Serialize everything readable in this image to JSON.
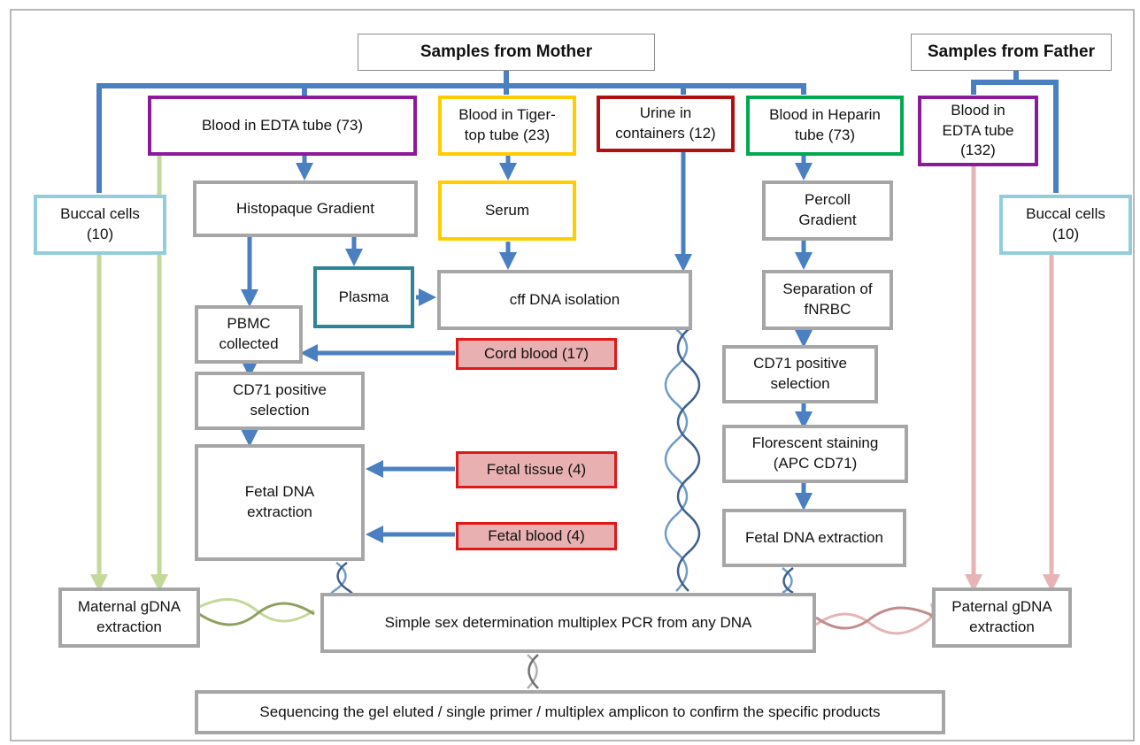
{
  "boxes": {
    "mother": "Samples from Mother",
    "father": "Samples from Father",
    "edta_mother": "Blood in EDTA tube (73)",
    "tigertop": "Blood in Tiger-\ntop tube (23)",
    "urine": "Urine in\ncontainers (12)",
    "heparin": "Blood in Heparin\ntube (73)",
    "edta_father": "Blood in\nEDTA tube\n(132)",
    "buccal_mother": "Buccal cells\n(10)",
    "buccal_father": "Buccal cells\n(10)",
    "histopaque": "Histopaque Gradient",
    "serum": "Serum",
    "percoll": "Percoll\nGradient",
    "plasma": "Plasma",
    "cff": "cff DNA isolation",
    "separation": "Separation of\nfNRBC",
    "pbmc": "PBMC\ncollected",
    "cord": "Cord blood (17)",
    "cd71_left": "CD71 positive\nselection",
    "cd71_right": "CD71 positive\nselection",
    "fetal_extraction_left": "Fetal DNA\nextraction",
    "fetal_tissue": "Fetal tissue (4)",
    "fetal_blood": "Fetal blood (4)",
    "florescent": "Florescent  staining\n(APC CD71)",
    "fetal_extraction_right": "Fetal DNA extraction",
    "maternal": "Maternal gDNA\nextraction",
    "pcr": "Simple sex determination multiplex PCR from any DNA",
    "paternal": "Paternal gDNA\nextraction",
    "sequencing": "Sequencing the gel eluted / single primer / multiplex amplicon to confirm the specific products"
  },
  "colors": {
    "arrow_blue": "#4a7fc1",
    "arrow_green": "#c3d99a",
    "arrow_pink": "#e6b4b4",
    "purple": "#8b1a9a",
    "yellow": "#ffcc00",
    "dark_red": "#b01010",
    "green": "#00a850",
    "light_blue": "#93cddd",
    "teal": "#2c8498",
    "red_fill": "#e8b0b0",
    "gray": "#a6a6a6"
  }
}
